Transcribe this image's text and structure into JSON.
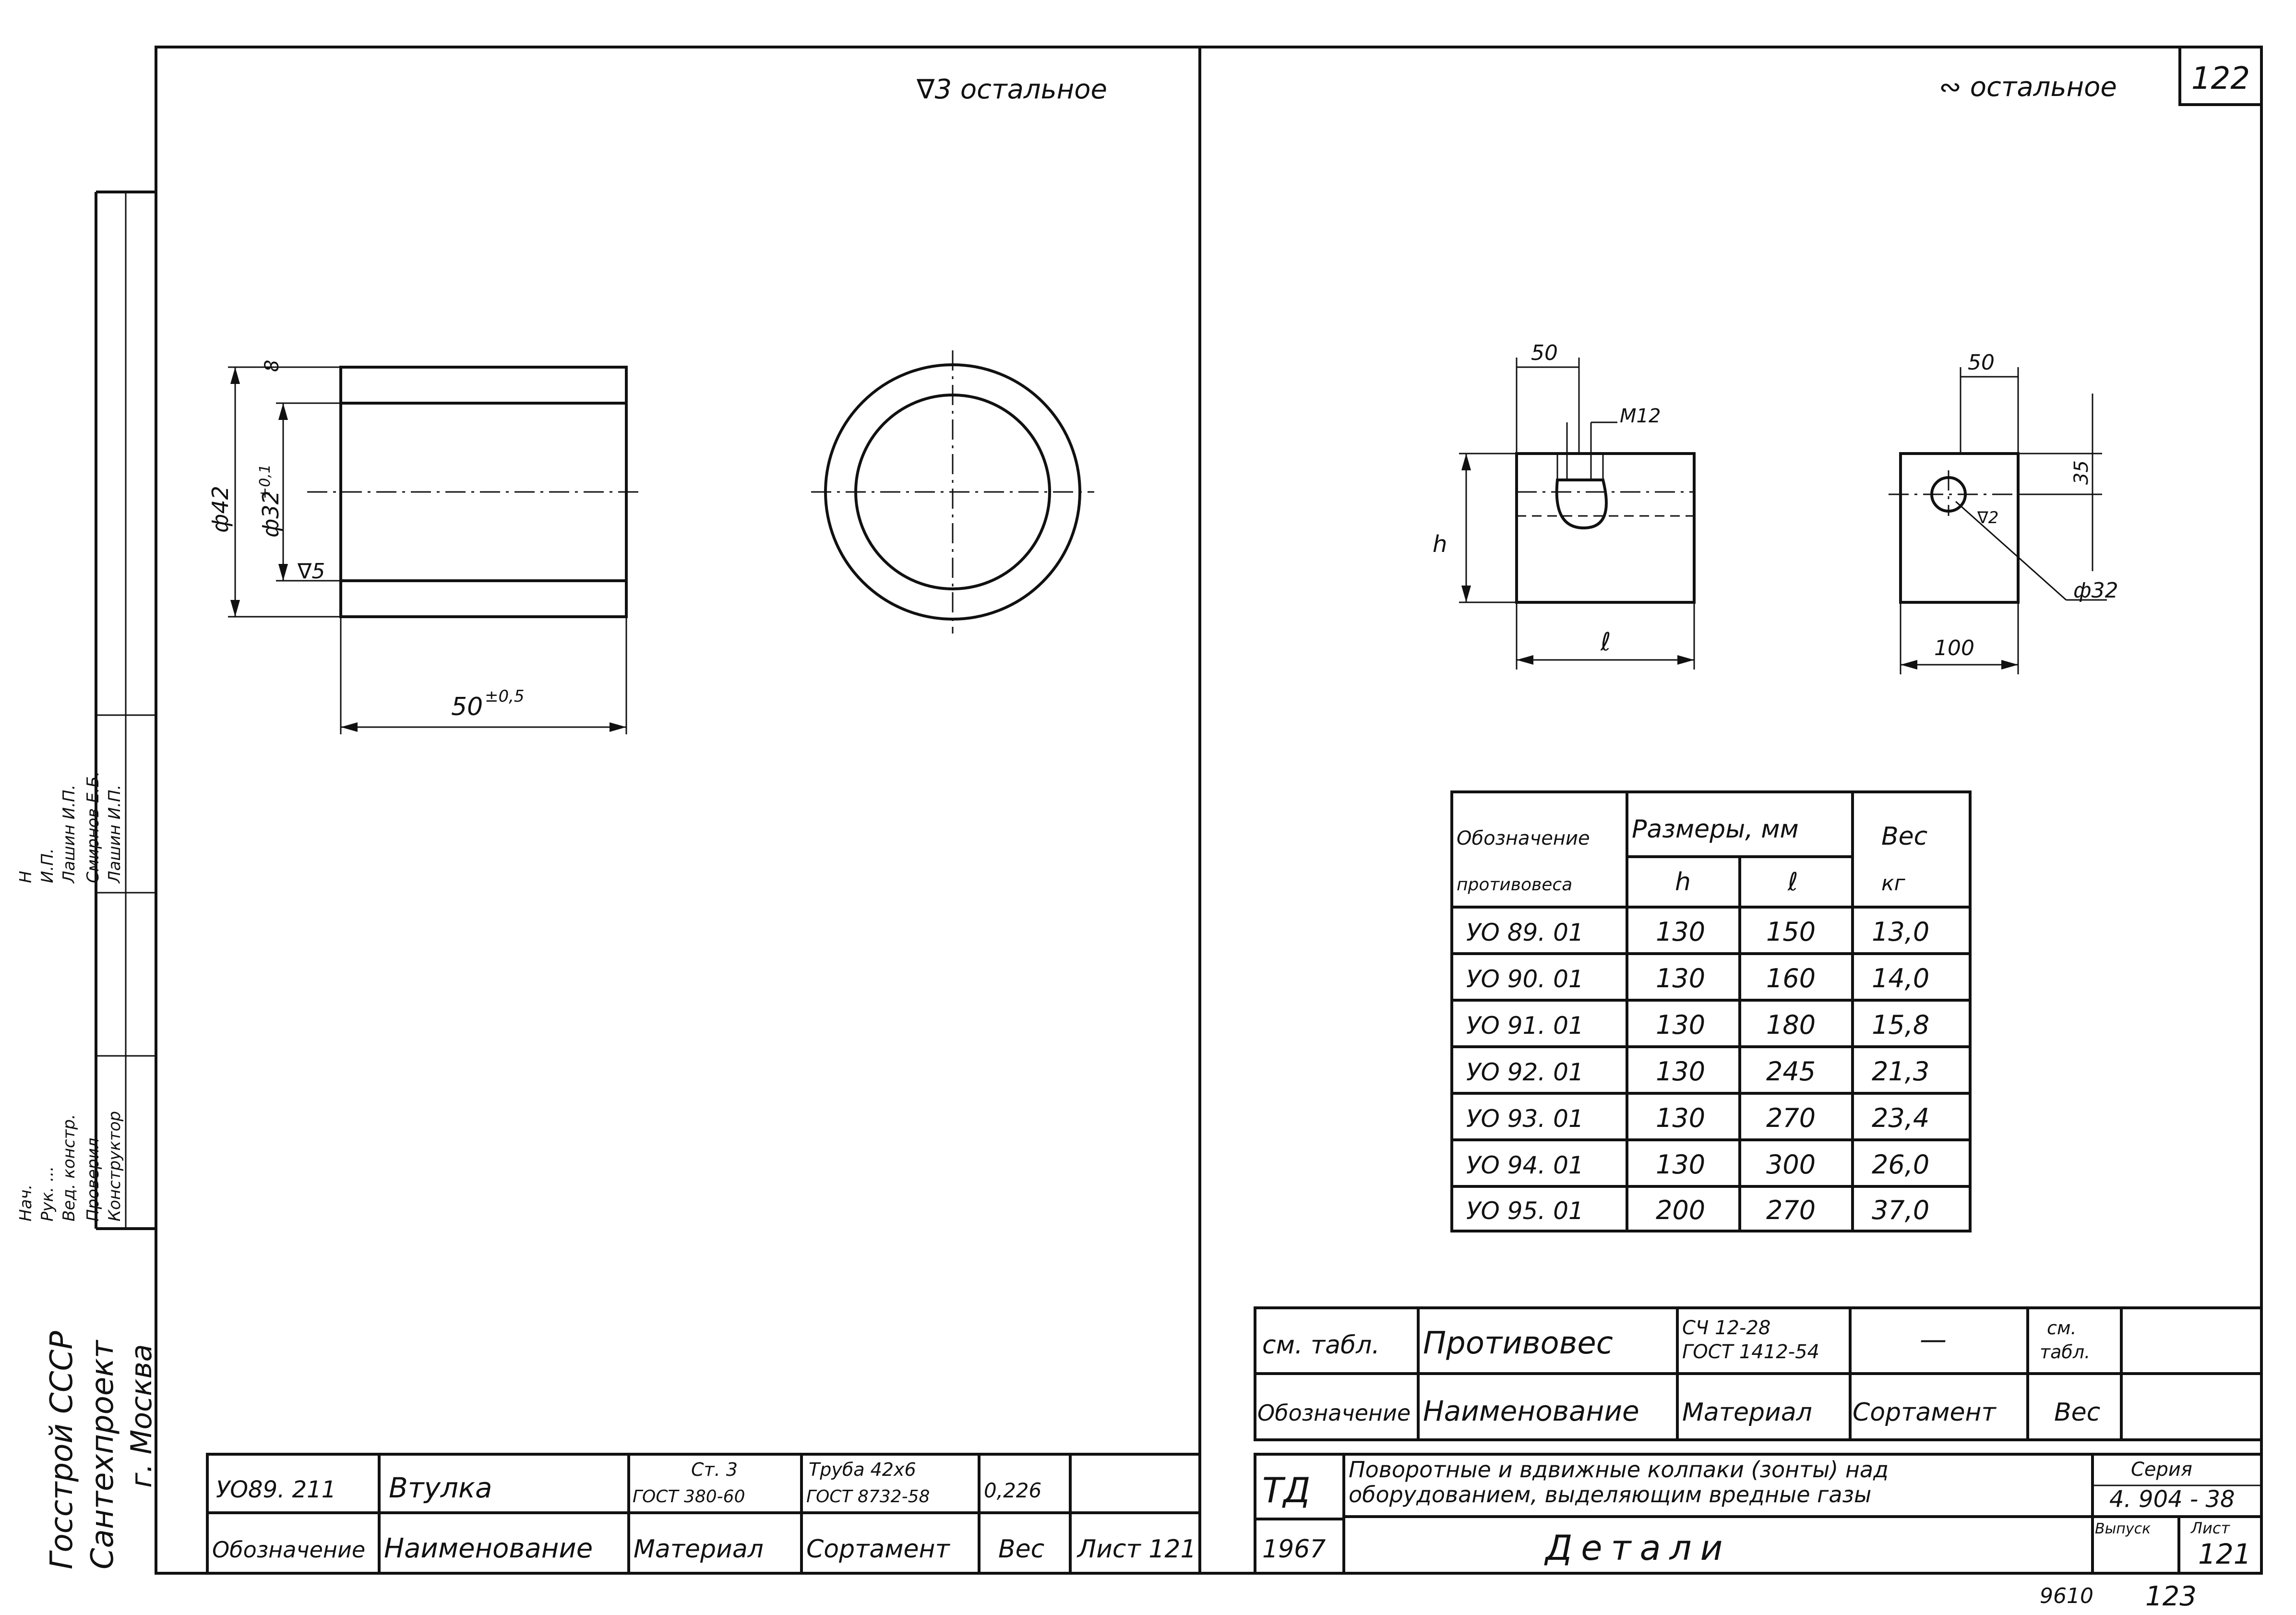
{
  "sheet": {
    "number": "122",
    "bottom_marks": [
      "9610",
      "123"
    ]
  },
  "left_drawing": {
    "surface_note": "∇3 остальное",
    "dims": {
      "outer_d": "ф42",
      "inner_d": "ф32",
      "inner_tol": "+0,1",
      "length": "50",
      "length_tol": "±0,5",
      "inner_roughness": "∇5",
      "end_mark": "8"
    }
  },
  "right_drawing": {
    "surface_note": "∾ остальное",
    "dims": {
      "front_width": "50",
      "thread": "M12",
      "height": "h",
      "length": "ℓ",
      "side_width_top": "50",
      "side_offset": "35",
      "side_width": "100",
      "hole_d": "ф32",
      "hole_roughness": "∇2"
    }
  },
  "table": {
    "col_designation": "Обозначение противовеса",
    "col_sizes": "Размеры, мм",
    "col_h": "h",
    "col_l": "ℓ",
    "col_weight": "Вес кг",
    "rows": [
      {
        "designation": "УО 89. 01",
        "h": "130",
        "l": "150",
        "weight": "13,0"
      },
      {
        "designation": "УО 90. 01",
        "h": "130",
        "l": "160",
        "weight": "14,0"
      },
      {
        "designation": "УО 91. 01",
        "h": "130",
        "l": "180",
        "weight": "15,8"
      },
      {
        "designation": "УО 92. 01",
        "h": "130",
        "l": "245",
        "weight": "21,3"
      },
      {
        "designation": "УО 93. 01",
        "h": "130",
        "l": "270",
        "weight": "23,4"
      },
      {
        "designation": "УО 94. 01",
        "h": "130",
        "l": "300",
        "weight": "26,0"
      },
      {
        "designation": "УО 95. 01",
        "h": "200",
        "l": "270",
        "weight": "37,0"
      }
    ]
  },
  "left_title": {
    "designation": "УО89. 211",
    "name": "Втулка",
    "material_1": "Ст. 3",
    "material_2": "ГОСТ 380-60",
    "sortament_1": "Труба 42х6",
    "sortament_2": "ГОСТ 8732-58",
    "weight": "0,226",
    "h_designation": "Обозначение",
    "h_name": "Наименование",
    "h_material": "Материал",
    "h_sortament": "Сортамент",
    "h_weight": "Вес",
    "h_sheet": "Лист 121"
  },
  "right_parts": {
    "designation": "см. табл.",
    "name": "Противовес",
    "material_1": "СЧ 12-28",
    "material_2": "ГОСТ 1412-54",
    "sortament": "—",
    "weight_1": "см.",
    "weight_2": "табл.",
    "h_designation": "Обозначение",
    "h_name": "Наименование",
    "h_material": "Материал",
    "h_sortament": "Сортамент",
    "h_weight": "Вес"
  },
  "right_title": {
    "code": "ТД",
    "year": "1967",
    "title_1": "Поворотные и вдвижные колпаки (зонты) над",
    "title_2": "оборудованием, выделяющим вредные газы",
    "subject": "Детали",
    "series_label": "Серия",
    "series": "4. 904 - 38",
    "issue_label": "Выпуск",
    "sheet_label": "Лист",
    "sheet": "121"
  },
  "side_stamp": {
    "org_1": "Госстрой СССР",
    "org_2": "Сантехпроект",
    "org_3": "г. Москва",
    "roles": [
      "Нач.",
      "Рук. ...",
      "Вед. констр.",
      "Проверил",
      "Конструктор"
    ],
    "names": [
      "Н",
      "И.П.",
      "Лашин И.П.",
      "Смирнов Е.Б.",
      "Лашин И.П."
    ]
  }
}
